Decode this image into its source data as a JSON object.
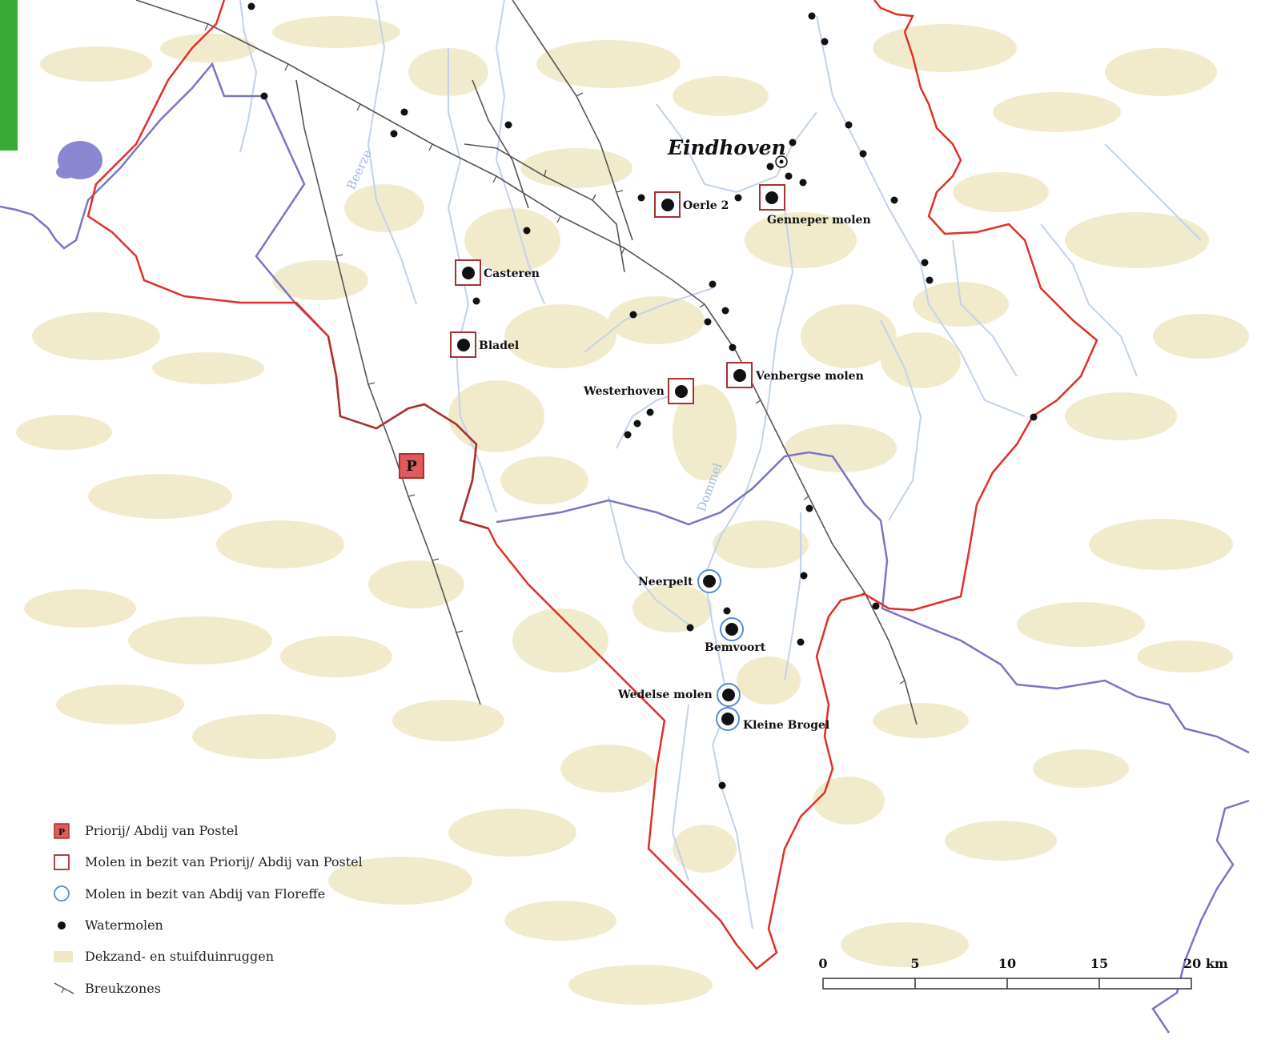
{
  "map": {
    "city": "Eindhoven",
    "rivers": [
      "Beerze",
      "Dommel"
    ],
    "places": {
      "oerle": "Oerle 2",
      "genneper": "Genneper molen",
      "casteren": "Casteren",
      "bladel": "Bladel",
      "westerhoven": "Westerhoven",
      "venbergse": "Venbergse molen",
      "neerpelt": "Neerpelt",
      "bemvoort": "Bemvoort",
      "wedelse": "Wedelse molen",
      "kleine_brogel": "Kleine Brogel"
    },
    "priory_marker": "P"
  },
  "legend": {
    "items": [
      {
        "symbol": "postel-priory",
        "label": "Priorij/ Abdij van Postel"
      },
      {
        "symbol": "postel-mill",
        "label": "Molen in bezit van Priorij/ Abdij van Postel"
      },
      {
        "symbol": "floreffe-mill",
        "label": "Molen in bezit van Abdij van Floreffe"
      },
      {
        "symbol": "watermill",
        "label": "Watermolen"
      },
      {
        "symbol": "sand-ridge",
        "label": "Dekzand- en stuifduinruggen"
      },
      {
        "symbol": "fault-zone",
        "label": "Breukzones"
      }
    ]
  },
  "scale": {
    "ticks": [
      "0",
      "5",
      "10",
      "15",
      "20 km"
    ]
  },
  "colors": {
    "border_red": "#e03025",
    "border_purple": "#7a74c6",
    "river": "#c2d2ea",
    "sand": "#efe8c4",
    "postel": "#a83030",
    "floreffe": "#5a8ad0",
    "tab_green": "#3aa935"
  }
}
